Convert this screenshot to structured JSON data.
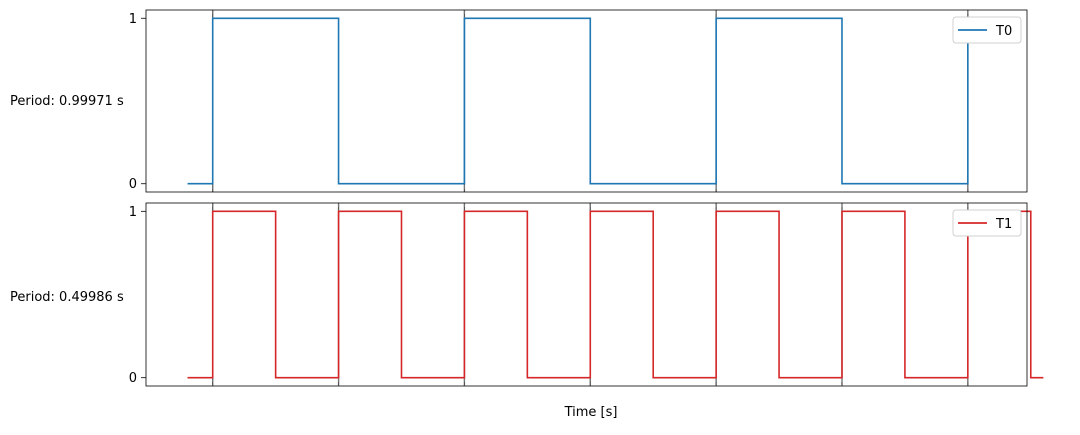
{
  "chart_data": [
    {
      "type": "line",
      "step": "post",
      "ylabel": "Period: 0.99971 s",
      "ylim": [
        -0.05,
        1.05
      ],
      "yticks": [
        0,
        1
      ],
      "legend": {
        "placement": "top-right",
        "entries": [
          "T0"
        ]
      },
      "grid": false,
      "xlim": [
        0,
        3.5
      ],
      "vlines": [
        0.265,
        1.265,
        2.265,
        3.265
      ],
      "series": [
        {
          "name": "T0",
          "color": "#1f77b4",
          "x": [
            0.165,
            0.265,
            0.765,
            1.265,
            1.765,
            2.265,
            2.765,
            3.265,
            3.465
          ],
          "y": [
            0,
            1,
            0,
            1,
            0,
            1,
            0,
            1,
            1
          ]
        }
      ]
    },
    {
      "type": "line",
      "step": "post",
      "ylabel": "Period: 0.49986 s",
      "ylim": [
        -0.05,
        1.05
      ],
      "yticks": [
        0,
        1
      ],
      "legend": {
        "placement": "top-right",
        "entries": [
          "T1"
        ]
      },
      "grid": false,
      "xlim": [
        0,
        3.5
      ],
      "xlabel": "Time [s]",
      "vlines": [
        0.265,
        0.765,
        1.265,
        1.765,
        2.265,
        2.765,
        3.265
      ],
      "series": [
        {
          "name": "T1",
          "color": "#d62728",
          "x": [
            0.165,
            0.265,
            0.515,
            0.765,
            1.015,
            1.265,
            1.515,
            1.765,
            2.015,
            2.265,
            2.515,
            2.765,
            3.015,
            3.265,
            3.515,
            3.565
          ],
          "y": [
            0,
            1,
            0,
            1,
            0,
            1,
            0,
            1,
            0,
            1,
            0,
            1,
            0,
            1,
            0,
            0
          ]
        }
      ]
    }
  ]
}
